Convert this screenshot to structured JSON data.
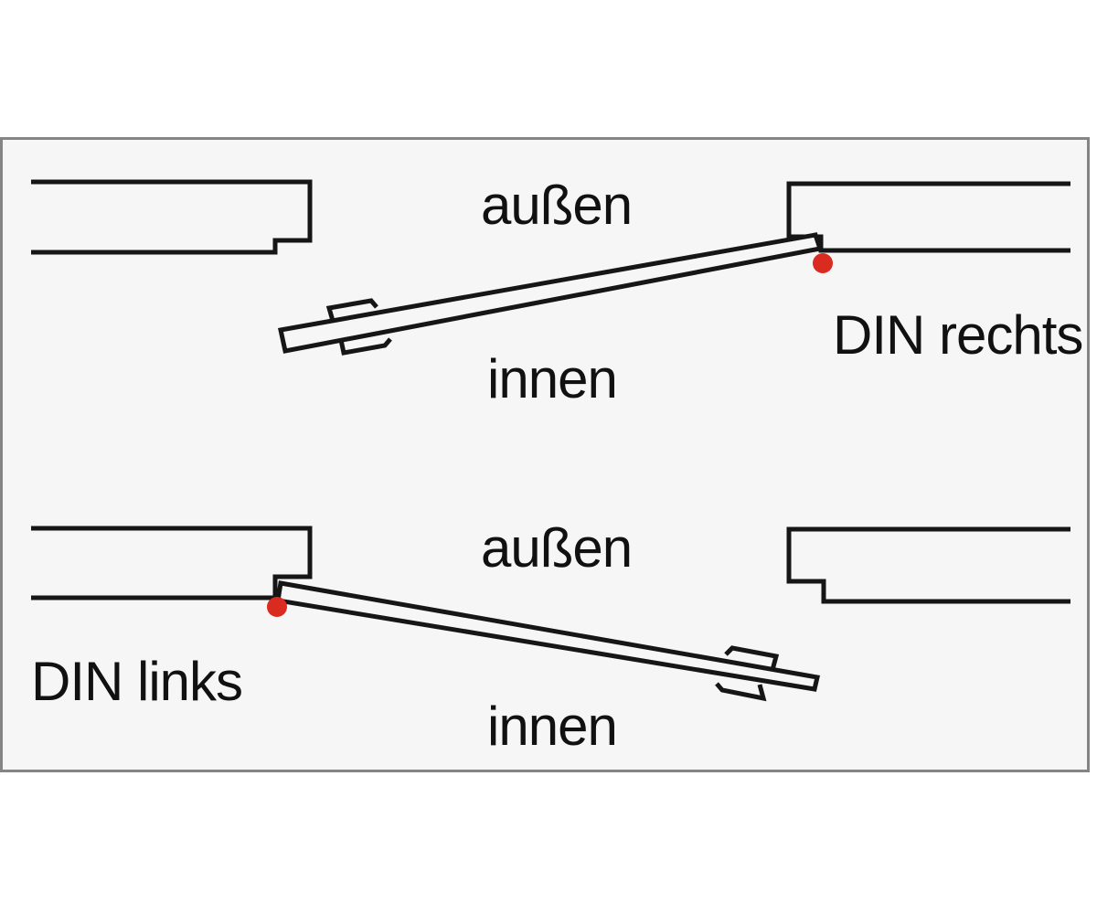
{
  "diagram": {
    "top": {
      "outside_label": "außen",
      "inside_label": "innen",
      "din_label": "DIN rechts"
    },
    "bottom": {
      "outside_label": "außen",
      "inside_label": "innen",
      "din_label": "DIN links"
    }
  },
  "colors": {
    "line": "#161616",
    "hinge": "#da2b21",
    "panel_bg": "#f6f6f6",
    "panel_border": "#858585",
    "page_bg": "#ffffff",
    "text": "#111111"
  }
}
